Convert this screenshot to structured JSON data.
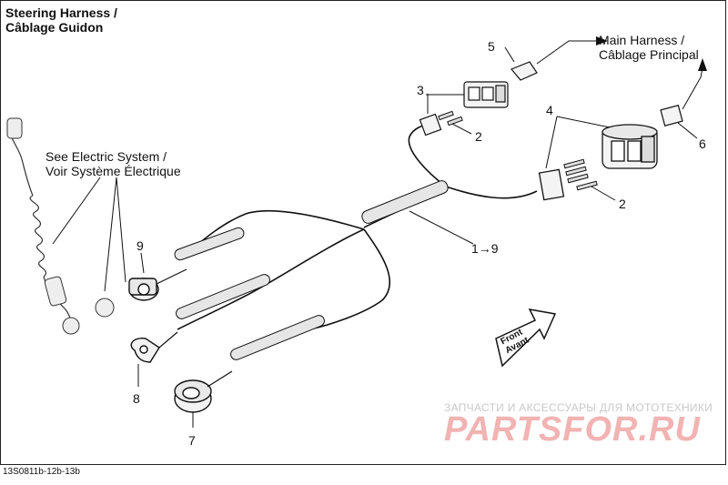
{
  "title_line1": "Steering Harness /",
  "title_line2": "Câblage Guidon",
  "main_harness_line1": "Main Harness  /",
  "main_harness_line2": "Câblage Principal",
  "see_electric_line1": "See Electric System /",
  "see_electric_line2": "Voir Système Électrique",
  "callouts": {
    "c1": "1→9",
    "c2a": "2",
    "c2b": "2",
    "c3": "3",
    "c4": "4",
    "c5": "5",
    "c6": "6",
    "c7": "7",
    "c8": "8",
    "c9": "9"
  },
  "front_line1": "Front",
  "front_line2": "Avant",
  "figure_code": "13S0811b-12b-13b",
  "watermark_text": "ЗАПЧАСТИ И АКСЕССУАРЫ ДЛЯ МОТОТЕХНИКИ",
  "watermark_logo": "PARTSFOR.RU"
}
